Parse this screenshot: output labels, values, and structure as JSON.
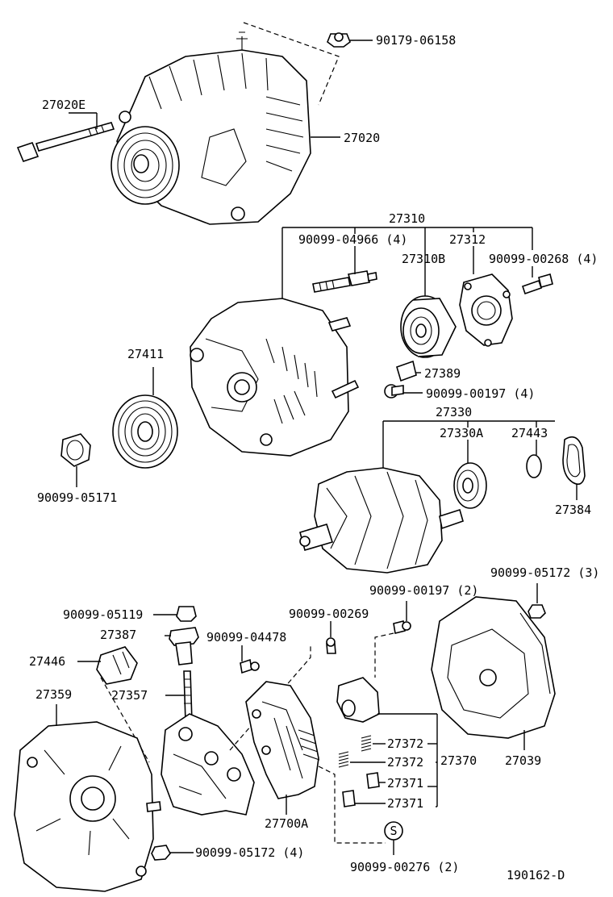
{
  "diagram_id": "190162-D",
  "labels": {
    "l90179_06158": "90179-06158",
    "l27020E": "27020E",
    "l27020": "27020",
    "l27310": "27310",
    "l90099_04966": "90099-04966 (4)",
    "l27312": "27312",
    "l27310B": "27310B",
    "l90099_00268": "90099-00268 (4)",
    "l27411": "27411",
    "l27389": "27389",
    "l90099_00197_4": "90099-00197 (4)",
    "l27330": "27330",
    "l27330A": "27330A",
    "l27443": "27443",
    "l90099_05171": "90099-05171",
    "l27384": "27384",
    "l90099_00197_2": "90099-00197 (2)",
    "l90099_05172_3": "90099-05172 (3)",
    "l90099_05119": "90099-05119",
    "l90099_00269": "90099-00269",
    "l27387": "27387",
    "l90099_04478": "90099-04478",
    "l27446": "27446",
    "l27359": "27359",
    "l27357": "27357",
    "l27372a": "27372",
    "l27372b": "27372",
    "l27370": "27370",
    "l27039": "27039",
    "l27371a": "27371",
    "l27371b": "27371",
    "l27700A": "27700A",
    "l90099_05172_4": "90099-05172 (4)",
    "l90099_00276": "90099-00276 (2)",
    "s_marker": "S"
  }
}
